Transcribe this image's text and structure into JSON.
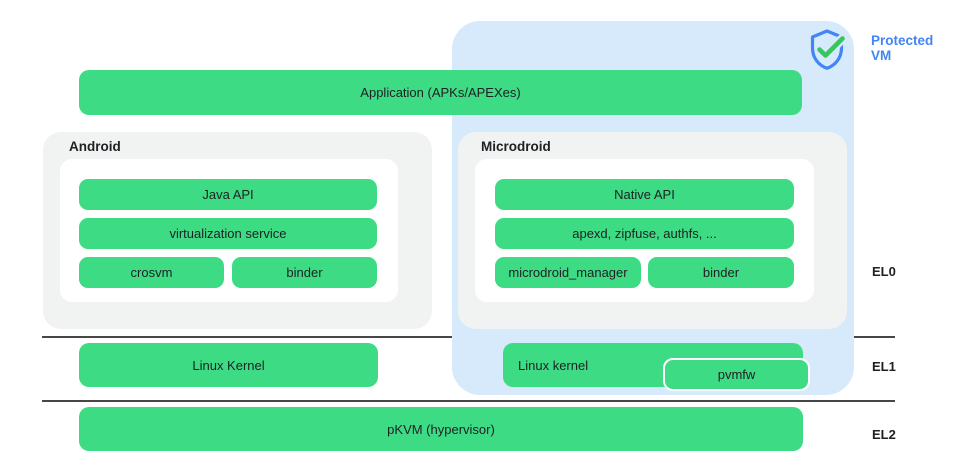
{
  "colors": {
    "green": "#3ddc84",
    "blue_background": "#d6eafb",
    "gray_background": "#f1f2f2",
    "blue_text": "#4285f4",
    "text": "#202124",
    "divider": "#474747",
    "check_green": "#34c759"
  },
  "app_bar": {
    "label": "Application (APKs/APEXes)"
  },
  "android_box": {
    "title": "Android",
    "java_api": "Java API",
    "virtualization_service": "virtualization service",
    "crosvm": "crosvm",
    "binder": "binder"
  },
  "microdroid_box": {
    "title": "Microdroid",
    "native_api": "Native API",
    "apexd": "apexd, zipfuse, authfs, ...",
    "microdroid_manager": "microdroid_manager",
    "binder": "binder"
  },
  "badge": {
    "icon": "shield-check-icon",
    "line1": "Protected",
    "line2": "VM"
  },
  "exception_levels": {
    "el0": "EL0",
    "el1": "EL1",
    "el2": "EL2"
  },
  "el1_row": {
    "android_kernel": "Linux Kernel",
    "vm_kernel": "Linux kernel",
    "pvmfw": "pvmfw"
  },
  "el2_row": {
    "hypervisor": "pKVM (hypervisor)"
  }
}
